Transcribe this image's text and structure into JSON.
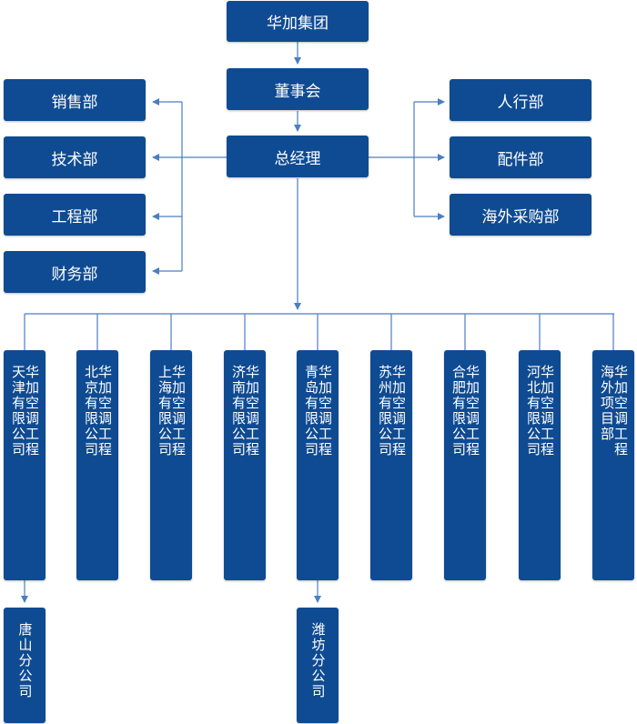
{
  "chart": {
    "top": {
      "group": "华加集团",
      "board": "董事会",
      "gm": "总经理"
    },
    "left_departments": [
      "销售部",
      "技术部",
      "工程部",
      "财务部"
    ],
    "right_departments": [
      "人行部",
      "配件部",
      "海外采购部"
    ],
    "subsidiaries": [
      {
        "prefix": "华加空调工程",
        "name": "天津有限公司"
      },
      {
        "prefix": "华加空调工程",
        "name": "北京有限公司"
      },
      {
        "prefix": "华加空调工程",
        "name": "上海有限公司"
      },
      {
        "prefix": "华加空调工程",
        "name": "济南有限公司"
      },
      {
        "prefix": "华加空调工程",
        "name": "青岛有限公司"
      },
      {
        "prefix": "华加空调工程",
        "name": "苏州有限公司"
      },
      {
        "prefix": "华加空调工程",
        "name": "合肥有限公司"
      },
      {
        "prefix": "华加空调工程",
        "name": "河北有限公司"
      },
      {
        "prefix": "华加空调工程",
        "name": "海外项目部"
      }
    ],
    "branches": [
      {
        "parent_index": 0,
        "name": "唐山分公司"
      },
      {
        "parent_index": 4,
        "name": "潍坊分公司"
      }
    ],
    "colors": {
      "box": "#0f4b92",
      "line": "#4a7fc0",
      "text": "#ffffff"
    }
  }
}
